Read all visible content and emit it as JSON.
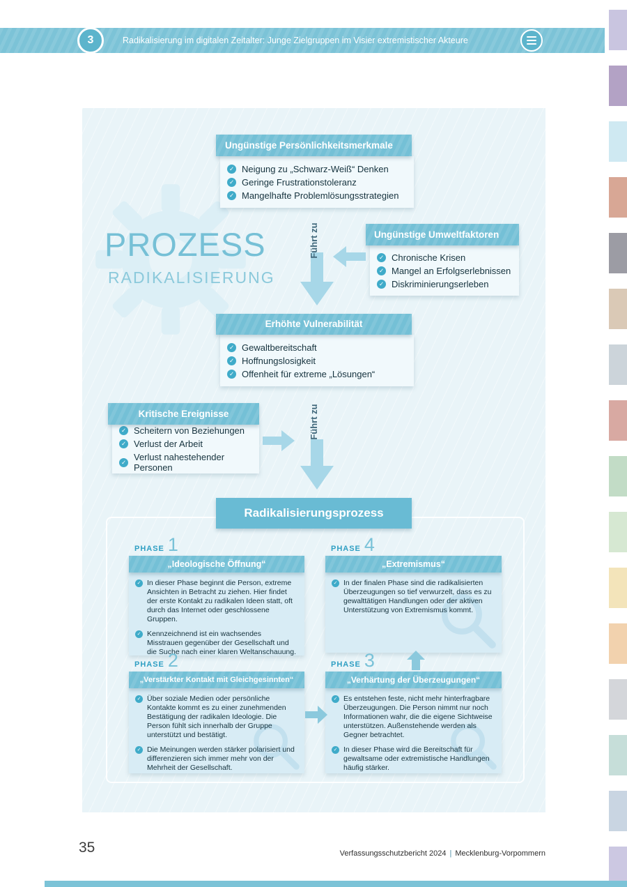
{
  "header": {
    "chapter_number": "3",
    "title": "Radikalisierung im digitalen Zeitalter: Junge Zielgruppen im Visier extremistischer Akteure"
  },
  "hero": {
    "line1": "PROZESS",
    "line2": "RADIKALISIERUNG"
  },
  "connectors": {
    "label1": "Führt zu",
    "label2": "Führt zu"
  },
  "icons": {
    "check": "✓"
  },
  "box_personality": {
    "title": "Ungünstige Persönlichkeitsmerkmale",
    "items": [
      "Neigung zu „Schwarz-Weiß“ Denken",
      "Geringe Frustrationstoleranz",
      "Mangelhafte Problemlösungsstrategien"
    ]
  },
  "box_environment": {
    "title": "Ungünstige Umweltfaktoren",
    "items": [
      "Chronische Krisen",
      "Mangel an Erfolgserlebnissen",
      "Diskriminierungserleben"
    ]
  },
  "box_vulnerability": {
    "title": "Erhöhte Vulnerabilität",
    "items": [
      "Gewaltbereitschaft",
      "Hoffnungslosigkeit",
      "Offenheit für extreme „Lösungen“"
    ]
  },
  "box_events": {
    "title": "Kritische Ereignisse",
    "items": [
      "Scheitern von Beziehungen",
      "Verlust der Arbeit",
      "Verlust nahestehender Personen"
    ]
  },
  "process_section": {
    "title": "Radikalisierungsprozess",
    "phase_label": "PHASE",
    "phase1": {
      "number": "1",
      "title": "„Ideologische Öffnung“",
      "items": [
        "In dieser Phase beginnt die Person, extreme Ansichten in Betracht zu ziehen. Hier findet der erste Kontakt zu radikalen Ideen statt, oft durch das Internet oder geschlossene Gruppen.",
        "Kennzeichnend ist ein wachsendes Misstrauen gegenüber der Gesellschaft und die Suche nach einer klaren Weltanschauung."
      ]
    },
    "phase2": {
      "number": "2",
      "title": "„Verstärkter Kontakt mit Gleichgesinnten“",
      "items": [
        "Über soziale Medien oder persönliche Kontakte kommt es zu einer zunehmenden Bestätigung der radikalen Ideologie. Die Person fühlt sich innerhalb der Gruppe unterstützt und bestätigt.",
        "Die Meinungen werden stärker polarisiert und differenzieren sich immer mehr von der Mehrheit der Gesellschaft."
      ]
    },
    "phase3": {
      "number": "3",
      "title": "„Verhärtung der Überzeugungen“",
      "items": [
        "Es entstehen feste, nicht mehr hinterfragbare Überzeugungen. Die Person nimmt nur noch Informationen wahr, die die eigene Sichtweise unterstützen. Außenstehende werden als Gegner betrachtet.",
        "In dieser Phase wird die Bereitschaft für gewaltsame oder extremistische Handlungen häufig stärker."
      ]
    },
    "phase4": {
      "number": "4",
      "title": "„Extremismus“",
      "items": [
        "In der finalen Phase sind die radikalisierten Überzeugungen so tief verwurzelt, dass es zu gewalttätigen Handlungen oder der aktiven Unterstützung von Extremismus kommt."
      ]
    }
  },
  "footer": {
    "page_number": "35",
    "report_title": "Verfassungsschutzbericht 2024",
    "separator": "|",
    "region": "Mecklenburg-Vorpommern"
  },
  "colors": {
    "accent_teal": "#74c0d6",
    "panel_bg": "#e9f4f8",
    "phase_body_bg": "#d8ecf5",
    "check_circle": "#3fabc9",
    "arrow": "#a7d7e8"
  },
  "side_strips": [
    "#c9c5e0",
    "#b3a2c5",
    "#cfe9f2",
    "#d8a795",
    "#9c9ca4",
    "#dac9b6",
    "#ccd4da",
    "#d8a9a2",
    "#c2dcc6",
    "#d6e8d2",
    "#f3e4ba",
    "#f2d2ae",
    "#d4d6da",
    "#c6ded9",
    "#c9d5e2",
    "#ccc8e2"
  ]
}
